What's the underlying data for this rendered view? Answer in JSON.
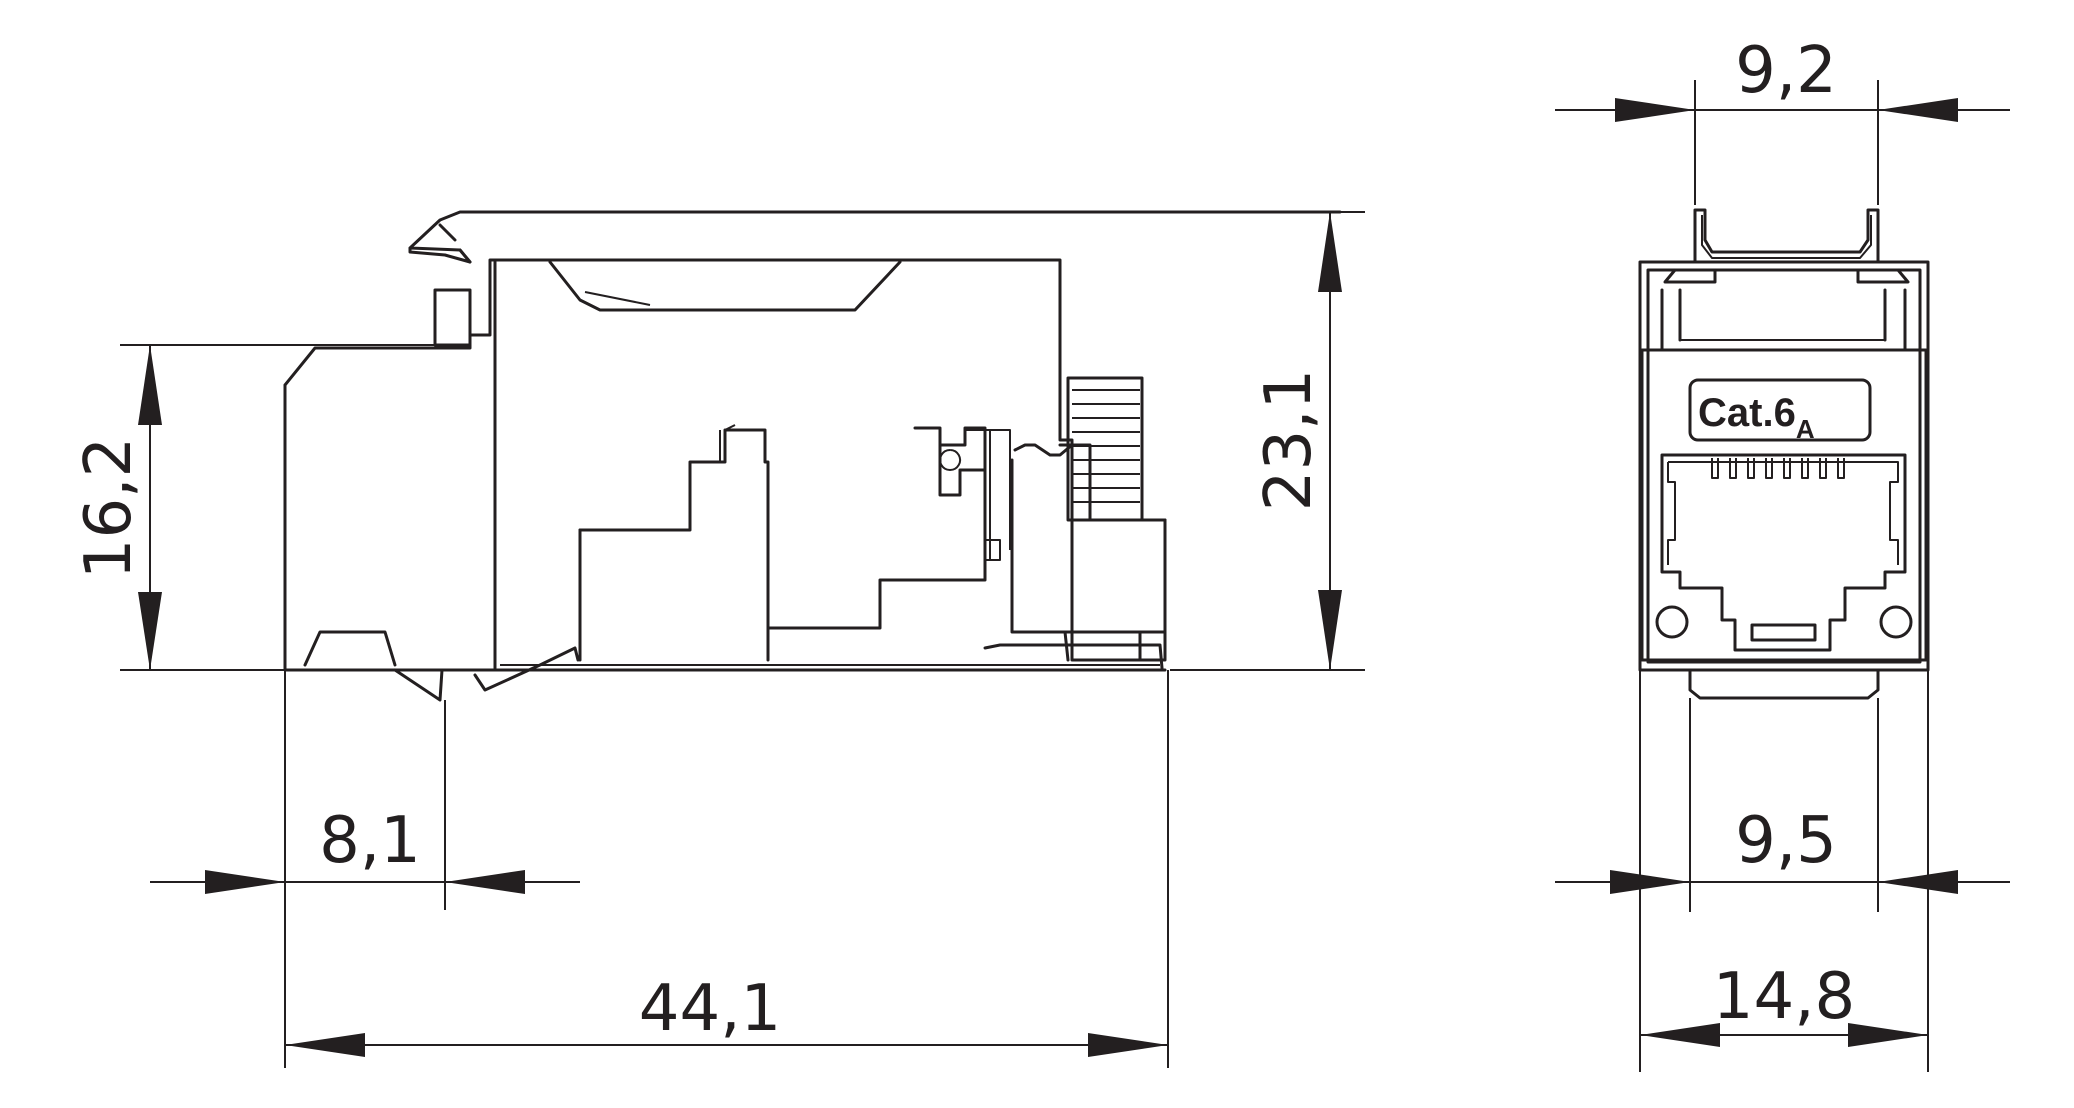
{
  "dimensions": {
    "side_height": "16,2",
    "side_total_height": "23,1",
    "front_offset": "8,1",
    "total_length": "44,1",
    "front_top_width": "9,2",
    "front_inner_width": "9,5",
    "front_total_width": "14,8"
  },
  "label": {
    "main": "Cat.6",
    "subscript": "A"
  }
}
